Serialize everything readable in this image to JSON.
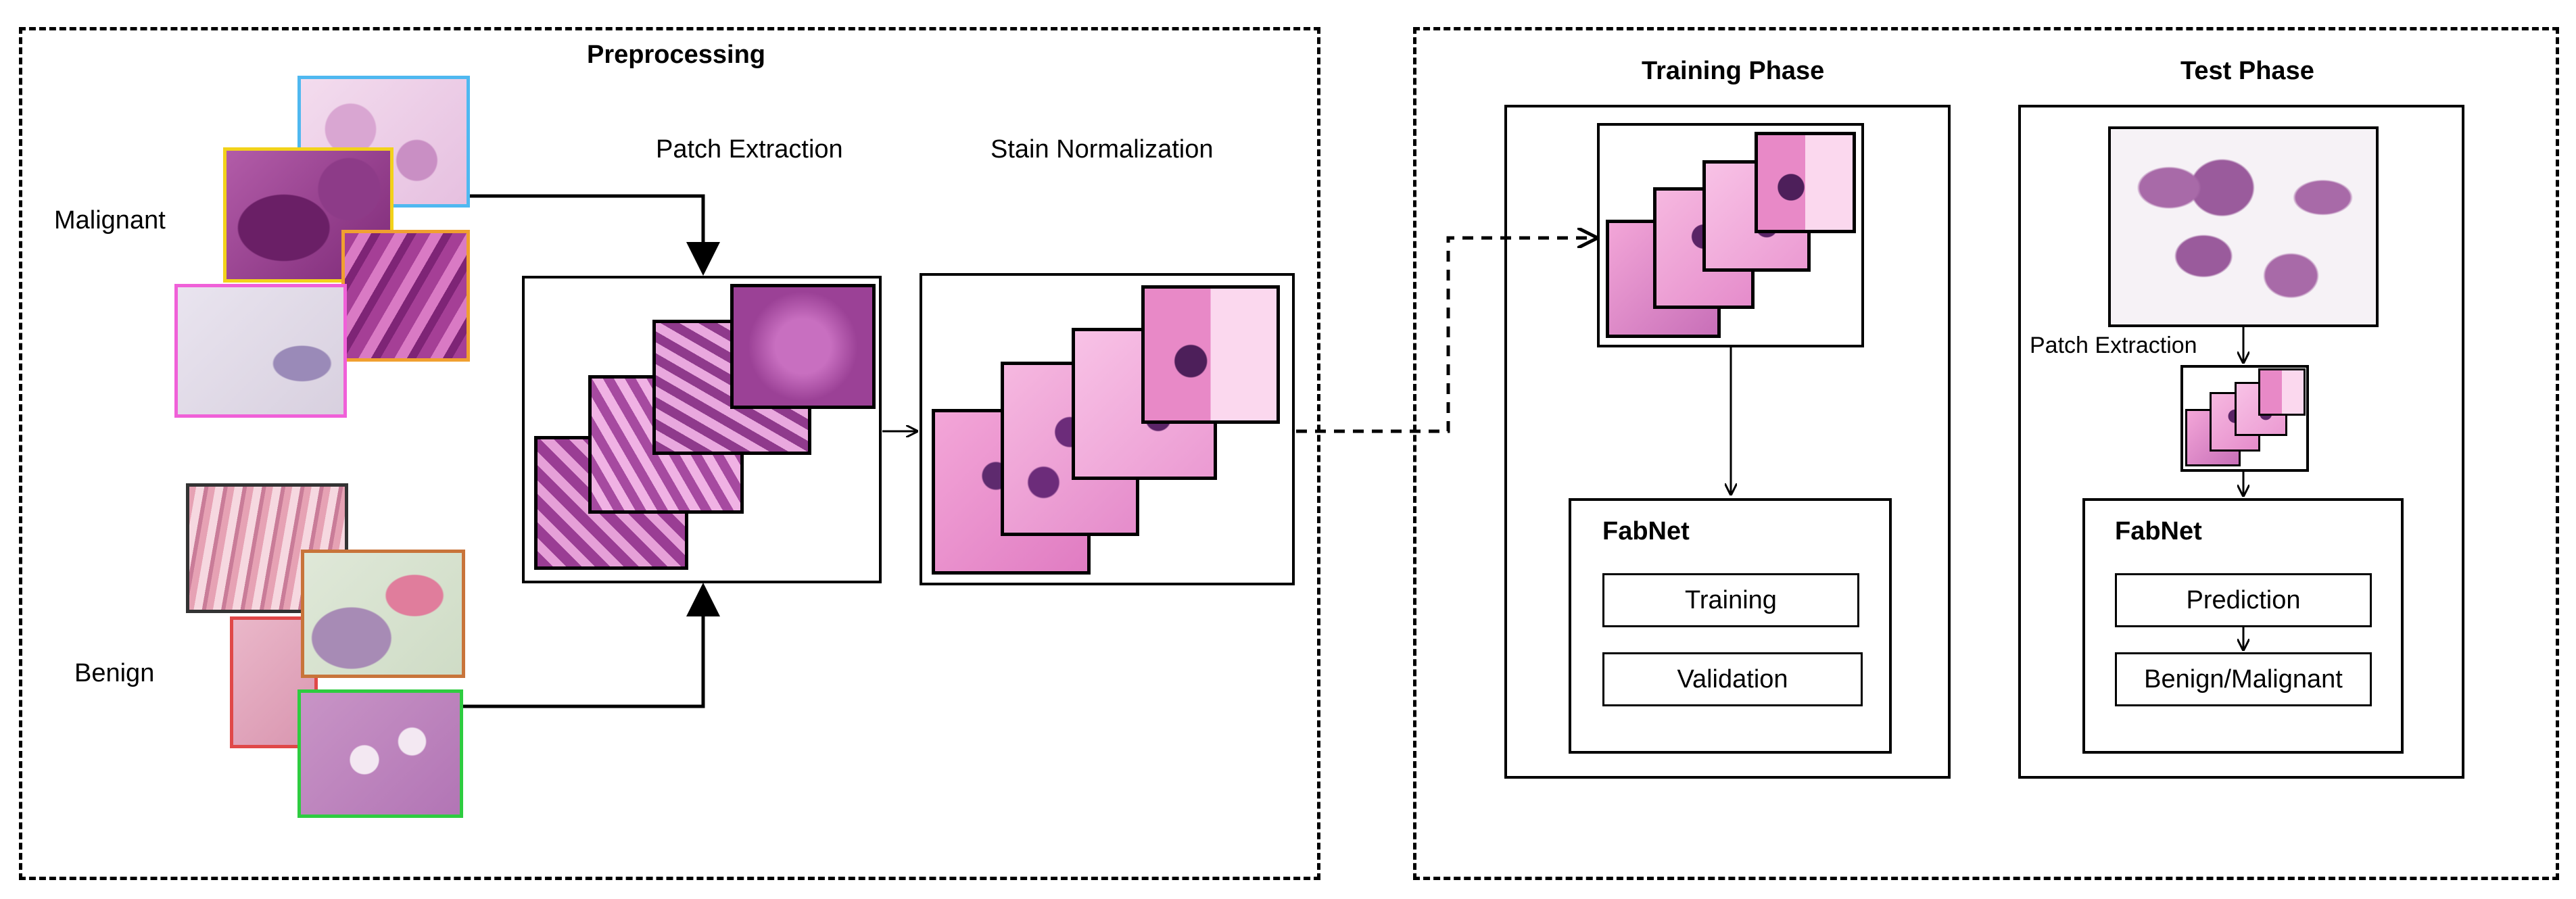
{
  "preprocessing": {
    "title": "Preprocessing",
    "malignant_label": "Malignant",
    "benign_label": "Benign",
    "patch_extraction_label": "Patch Extraction",
    "stain_normalization_label": "Stain Normalization"
  },
  "training": {
    "title": "Training Phase",
    "model_label": "FabNet",
    "training_step": "Training",
    "validation_step": "Validation"
  },
  "test": {
    "title": "Test Phase",
    "patch_extraction_label": "Patch Extraction",
    "model_label": "FabNet",
    "prediction_step": "Prediction",
    "output_step": "Benign/Malignant"
  },
  "colors": {
    "malignant_frames": [
      "#4fb8f0",
      "#f2d21a",
      "#f0a030",
      "#f060d8"
    ],
    "benign_frames": [
      "#333333",
      "#c8743a",
      "#e04848",
      "#2ecc40"
    ]
  }
}
